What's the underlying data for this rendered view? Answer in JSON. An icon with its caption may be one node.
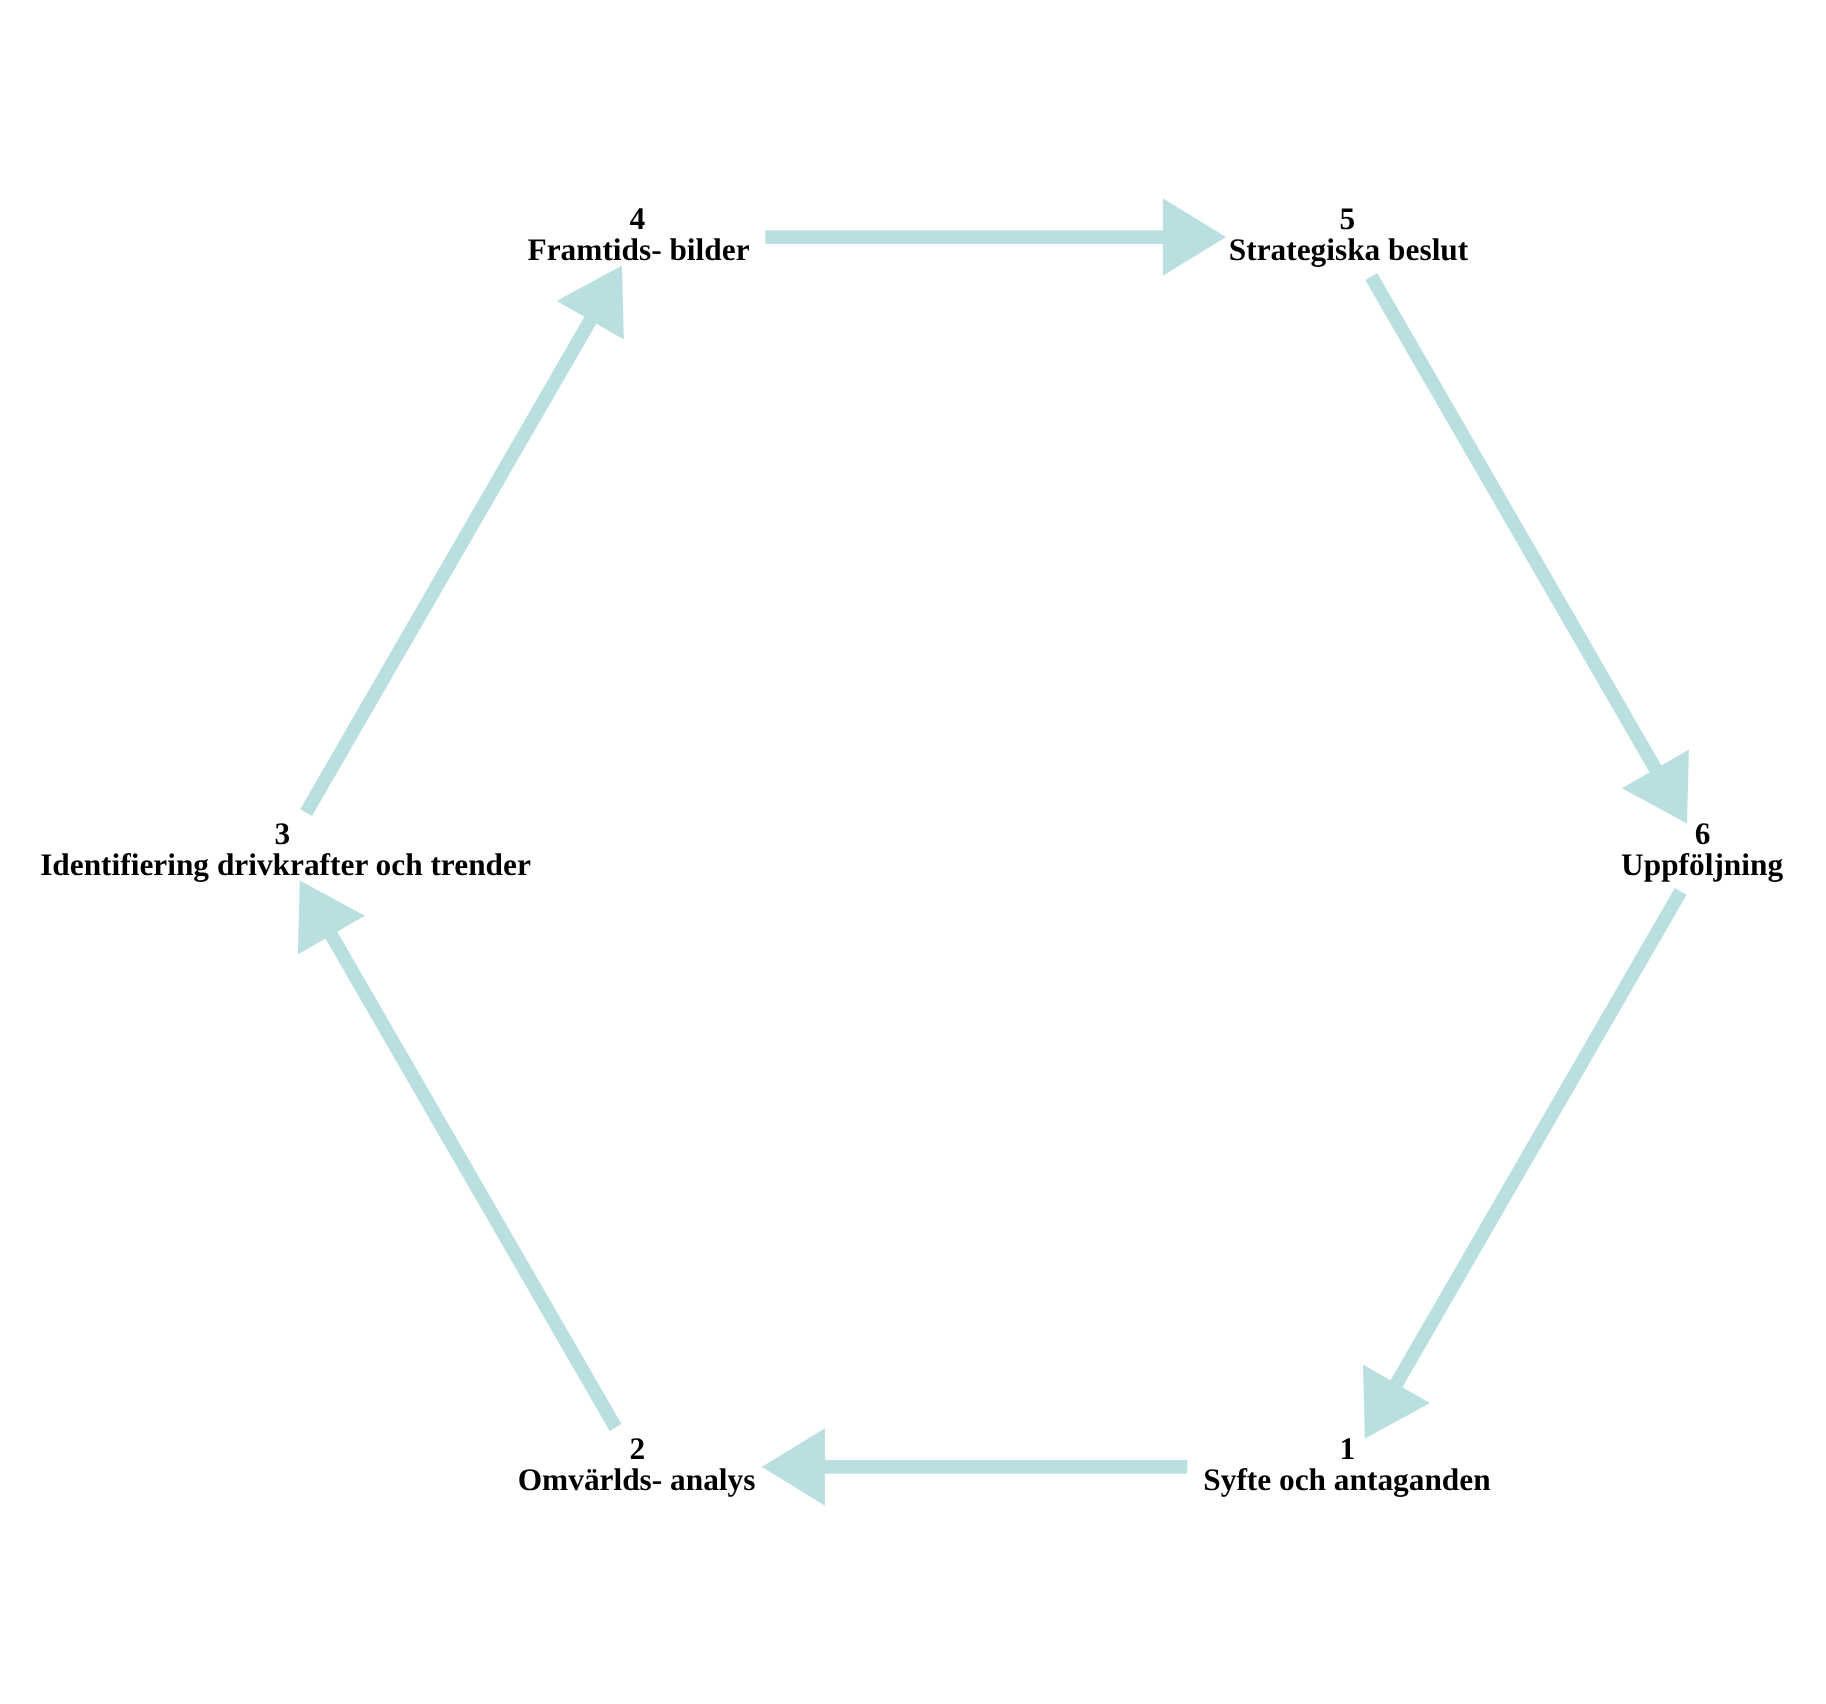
{
  "diagram": {
    "nodes": [
      {
        "text": [
          "1",
          "Syfte och antaganden"
        ]
      },
      {
        "text": [
          "2",
          "Omvärlds- analys"
        ]
      },
      {
        "text": [
          "3",
          "Identifiering drivkrafter och trender"
        ]
      },
      {
        "text": [
          "4",
          "Framtids- bilder"
        ]
      },
      {
        "text": [
          "5",
          "Strategiska beslut"
        ]
      },
      {
        "text": [
          "6",
          "Uppföljning"
        ]
      }
    ],
    "edges": [
      {
        "from": 5,
        "to": 0,
        "arrow": "to"
      },
      {
        "from": 0,
        "to": 1,
        "arrow": "to"
      },
      {
        "from": 1,
        "to": 2,
        "arrow": "to"
      },
      {
        "from": 2,
        "to": 3,
        "arrow": "to"
      },
      {
        "from": 3,
        "to": 4,
        "arrow": "to"
      },
      {
        "from": 4,
        "to": 5,
        "arrow": "to"
      }
    ]
  }
}
